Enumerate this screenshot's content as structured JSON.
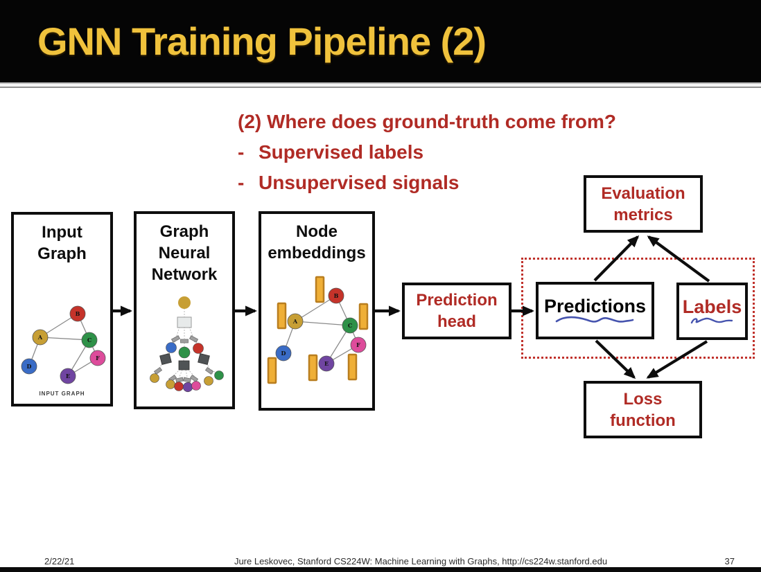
{
  "header": {
    "title": "GNN Training Pipeline (2)"
  },
  "question": {
    "heading": "(2) Where does ground-truth come from?",
    "bullets": [
      {
        "dash": "-",
        "label": "Supervised labels"
      },
      {
        "dash": "-",
        "label": "Unsupervised signals"
      }
    ]
  },
  "pipeline": {
    "input_graph_title": "Input\nGraph",
    "input_graph_caption": "INPUT GRAPH",
    "gnn_title": "Graph\nNeural\nNetwork",
    "node_embeddings_title": "Node\nembeddings",
    "prediction_head_label": "Prediction\nhead",
    "predictions_label": "Predictions",
    "labels_label": "Labels",
    "evaluation_metrics_label": "Evaluation\nmetrics",
    "loss_function_label": "Loss\nfunction"
  },
  "graph": {
    "nodes": [
      {
        "id": "A",
        "color": "#c79f35"
      },
      {
        "id": "B",
        "color": "#c5332a"
      },
      {
        "id": "C",
        "color": "#2e9148"
      },
      {
        "id": "D",
        "color": "#3a6cc6"
      },
      {
        "id": "E",
        "color": "#7045a1"
      },
      {
        "id": "F",
        "color": "#dd4c9b"
      }
    ],
    "edges": [
      "A-B",
      "A-C",
      "A-D",
      "B-C",
      "C-E",
      "C-F",
      "E-F"
    ]
  },
  "colors": {
    "title_gold": "#f0c23c",
    "accent_red": "#b02b25",
    "dotted_border_red": "#c0312b",
    "embedding_bar_fill": "#efaf37",
    "embedding_bar_border": "#b97e1f",
    "squiggle_blue": "#4553ae",
    "arrow_black": "#0d0d0d"
  },
  "footer": {
    "date": "2/22/21",
    "credit": "Jure Leskovec, Stanford CS224W: Machine Learning with Graphs, http://cs224w.stanford.edu",
    "page_number": "37"
  }
}
